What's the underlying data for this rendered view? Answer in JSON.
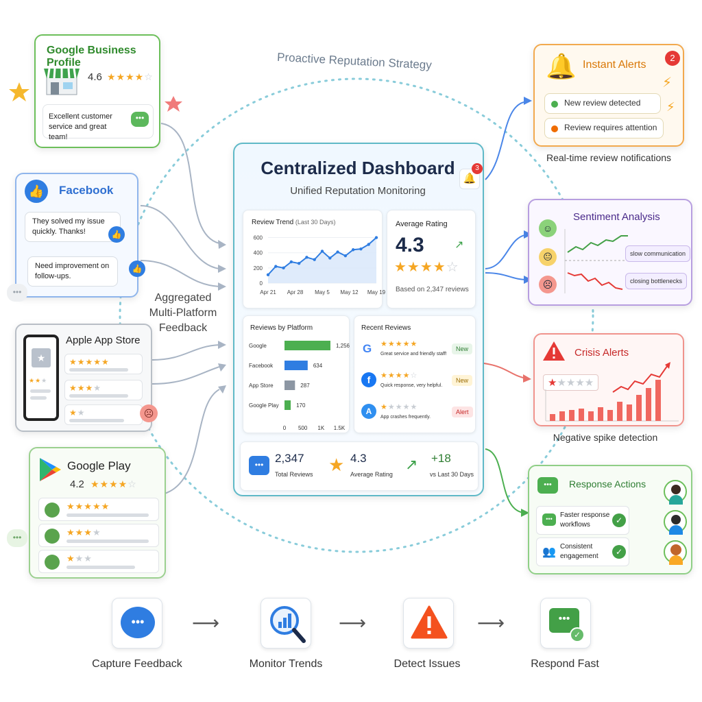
{
  "strategy_label": "Proactive Reputation Strategy",
  "aggregated_label": [
    "Aggregated",
    "Multi-Platform",
    "Feedback"
  ],
  "google_business": {
    "title": "Google Business Profile",
    "rating": "4.6",
    "review": "Excellent customer service and great team!"
  },
  "facebook": {
    "title": "Facebook",
    "review1": "They solved my issue quickly. Thanks!",
    "review2": "Need improvement on follow-ups."
  },
  "apple": {
    "title": "Apple App Store"
  },
  "google_play": {
    "title": "Google Play",
    "rating": "4.2"
  },
  "dashboard": {
    "title": "Centralized Dashboard",
    "subtitle": "Unified Reputation Monitoring",
    "bell_count": "3",
    "trend": {
      "title": "Review Trend",
      "period": "(Last 30 Days)",
      "y_ticks": [
        "600",
        "400",
        "200",
        "0"
      ],
      "x_ticks": [
        "Apr 21",
        "Apr 28",
        "May 5",
        "May 12",
        "May 19"
      ]
    },
    "avg": {
      "title": "Average Rating",
      "value": "4.3",
      "based": "Based on 2,347 reviews"
    },
    "platforms": {
      "title": "Reviews by Platform",
      "x_ticks": [
        "0",
        "500",
        "1K",
        "1.5K"
      ]
    },
    "recent": {
      "title": "Recent Reviews",
      "items": [
        {
          "text": "Great service and friendly staff!",
          "tag": "New"
        },
        {
          "text": "Quick response, very helpful.",
          "tag": "New"
        },
        {
          "text": "App crashes frequently.",
          "tag": "Alert"
        }
      ]
    },
    "stats": {
      "total_value": "2,347",
      "total_label": "Total Reviews",
      "avg_value": "4.3",
      "avg_label": "Average Rating",
      "delta_value": "+18",
      "delta_label": "vs Last 30 Days"
    }
  },
  "chart_data": [
    {
      "type": "line",
      "title": "Review Trend",
      "x": [
        "Apr 21",
        "",
        "",
        "",
        "Apr 28",
        "",
        "",
        "May 5",
        "",
        "",
        "May 12",
        "",
        "",
        "May 19",
        ""
      ],
      "values": [
        110,
        220,
        200,
        280,
        260,
        340,
        310,
        420,
        330,
        410,
        360,
        440,
        450,
        510,
        600
      ],
      "ylim": [
        0,
        650
      ]
    },
    {
      "type": "bar",
      "title": "Reviews by Platform",
      "categories": [
        "Google",
        "Facebook",
        "App Store",
        "Google Play"
      ],
      "values": [
        1256,
        634,
        287,
        170
      ],
      "value_labels": [
        "1,256",
        "634",
        "287",
        "170"
      ],
      "colors": [
        "#4caf50",
        "#2f7de1",
        "#8c96a3",
        "#4caf50"
      ],
      "xlim": [
        0,
        1500
      ]
    }
  ],
  "alerts": {
    "title": "Instant Alerts",
    "badge": "2",
    "item1": "New review detected",
    "item2": "Review requires attention",
    "caption": "Real-time review notifications"
  },
  "sentiment": {
    "title": "Sentiment Analysis",
    "tag1": "slow communication",
    "tag2": "closing bottlenecks"
  },
  "crisis": {
    "title": "Crisis Alerts",
    "caption": "Negative spike detection"
  },
  "response": {
    "title": "Response Actions",
    "item1": "Faster response workflows",
    "item2": "Consistent engagement"
  },
  "steps": [
    "Capture Feedback",
    "Monitor Trends",
    "Detect Issues",
    "Respond Fast"
  ]
}
